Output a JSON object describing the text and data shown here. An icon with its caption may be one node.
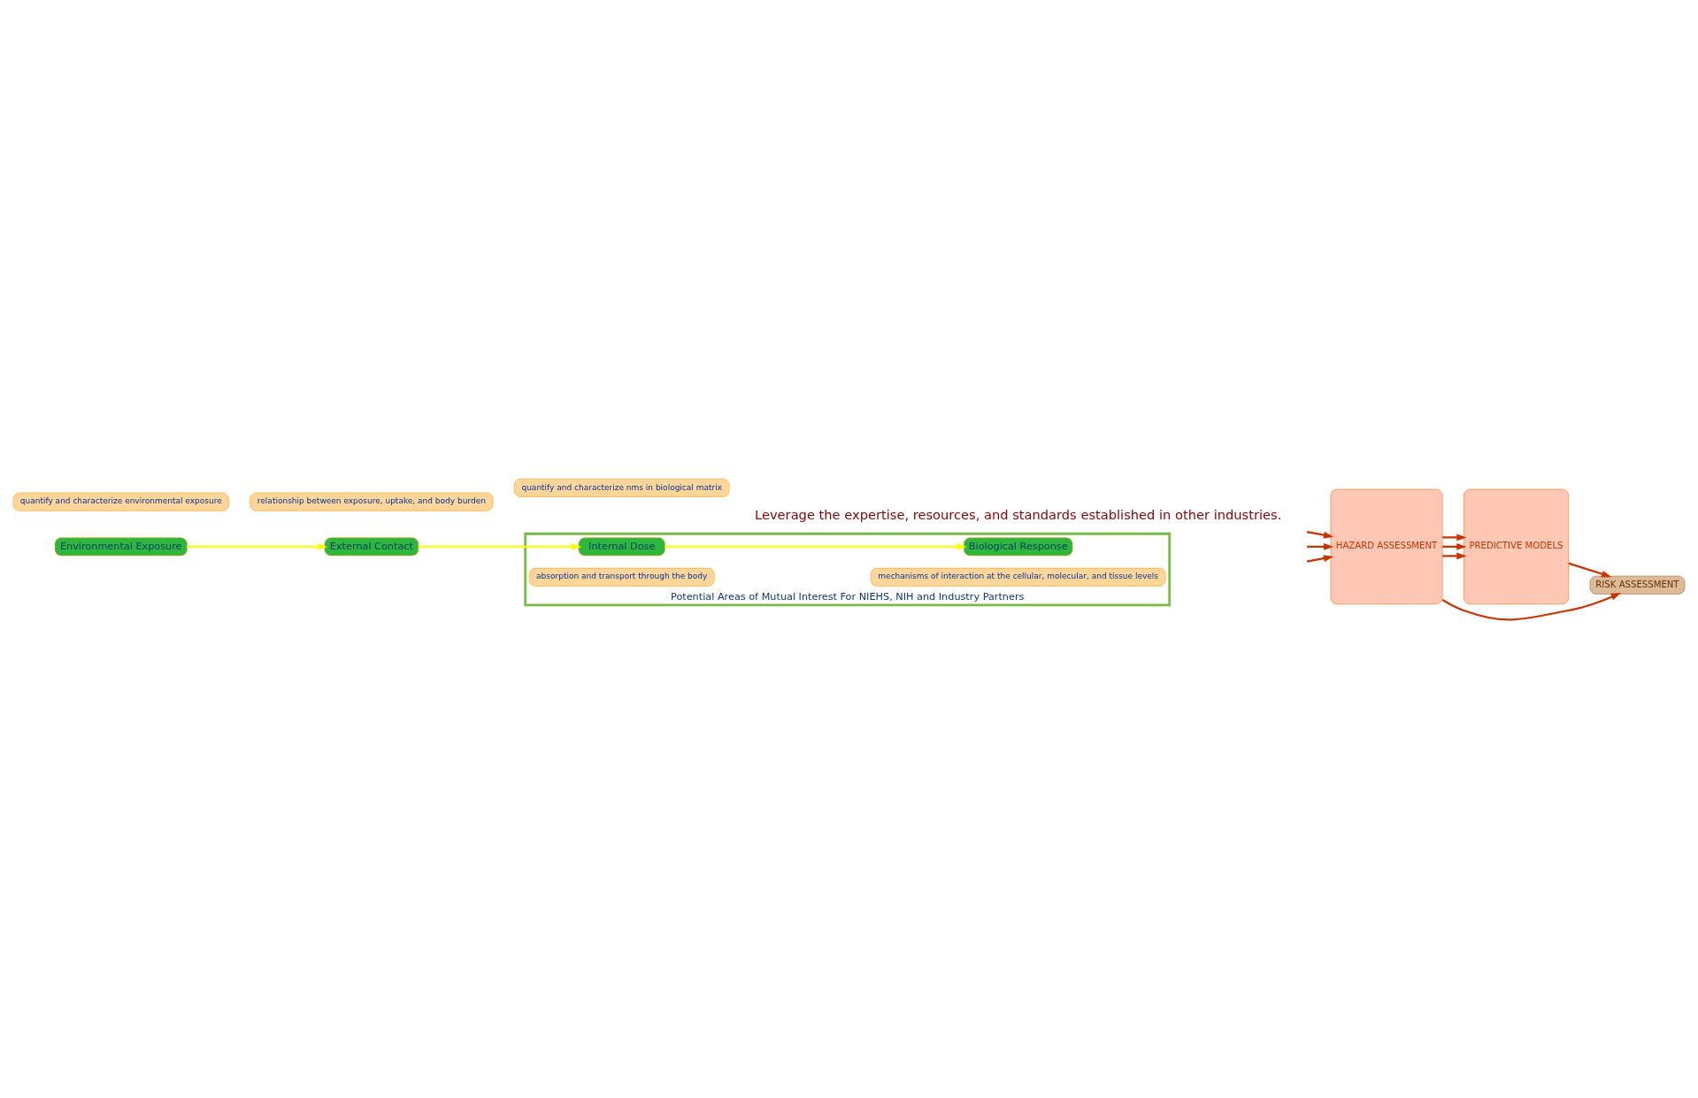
{
  "diagram": {
    "nodes": [
      {
        "text": [
          "Environmental Exposure"
        ]
      },
      {
        "text": [
          "External Contact"
        ]
      },
      {
        "text": [
          "Potential Areas of Mutual Interest For NIEHS, NIH and Industry Partners"
        ]
      },
      {
        "text": [
          "Internal Dose"
        ],
        "in": 2
      },
      {
        "text": [
          "Biological Response"
        ],
        "in": 2
      },
      {
        "text": [
          "quantify and characterize environmental exposure"
        ]
      },
      {
        "text": [
          "quantify and characterize nms in biological matrix"
        ]
      },
      {
        "text": [
          "absorption and transport through the body"
        ],
        "in": 2
      },
      {
        "text": [
          "mechanisms of interaction at the cellular, molecular, and tissue levels"
        ],
        "in": 2
      },
      {
        "text": [
          "relationship between exposure, uptake, and body burden"
        ]
      },
      {
        "text": [
          "HAZARD ASSESSMENT"
        ]
      },
      {
        "text": [
          "PREDICTIVE MODELS"
        ]
      },
      {
        "text": [
          "RISK ASSESSMENT"
        ]
      }
    ],
    "edges": [
      {
        "from": 0,
        "to": 1,
        "arrow": "to",
        "color": "#ffff00"
      },
      {
        "from": 1,
        "to": 3,
        "arrow": "to",
        "color": "#ffff00"
      },
      {
        "from": 3,
        "to": 4,
        "arrow": "to",
        "color": "#ffff00"
      },
      {
        "from": null,
        "to": 10,
        "arrow": "to"
      },
      {
        "from": null,
        "to": 10,
        "arrow": "to"
      },
      {
        "from": null,
        "to": 10,
        "arrow": "to"
      },
      {
        "from": 10,
        "to": 11,
        "arrow": "to"
      },
      {
        "from": 10,
        "to": 11,
        "arrow": "to"
      },
      {
        "from": 10,
        "to": 11,
        "arrow": "to"
      },
      {
        "from": 10,
        "to": 12,
        "arrow": "to"
      },
      {
        "from": 11,
        "to": 12,
        "arrow": "to"
      }
    ],
    "labels": [
      "Leverage the expertise, resources, and standards established in other industries."
    ]
  }
}
